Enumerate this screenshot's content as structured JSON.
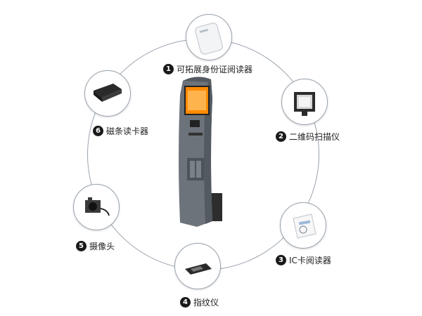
{
  "modules": [
    {
      "num": "1",
      "label": "可拓展身份证阅读器",
      "icon": "id-card-reader-icon"
    },
    {
      "num": "2",
      "label": "二维码扫描仪",
      "icon": "qr-scanner-icon"
    },
    {
      "num": "3",
      "label": "IC卡阅读器",
      "icon": "ic-card-reader-icon"
    },
    {
      "num": "4",
      "label": "指纹仪",
      "icon": "fingerprint-scanner-icon"
    },
    {
      "num": "5",
      "label": "摄像头",
      "icon": "camera-icon"
    },
    {
      "num": "6",
      "label": "磁条读卡器",
      "icon": "magnetic-card-reader-icon"
    }
  ],
  "kiosk": {
    "icon": "kiosk-terminal-icon",
    "screen_color": "#ff8a00",
    "body_color": "#6d737a"
  },
  "colors": {
    "ring": "#9aa3ad",
    "badge": "#1a1a1a"
  }
}
